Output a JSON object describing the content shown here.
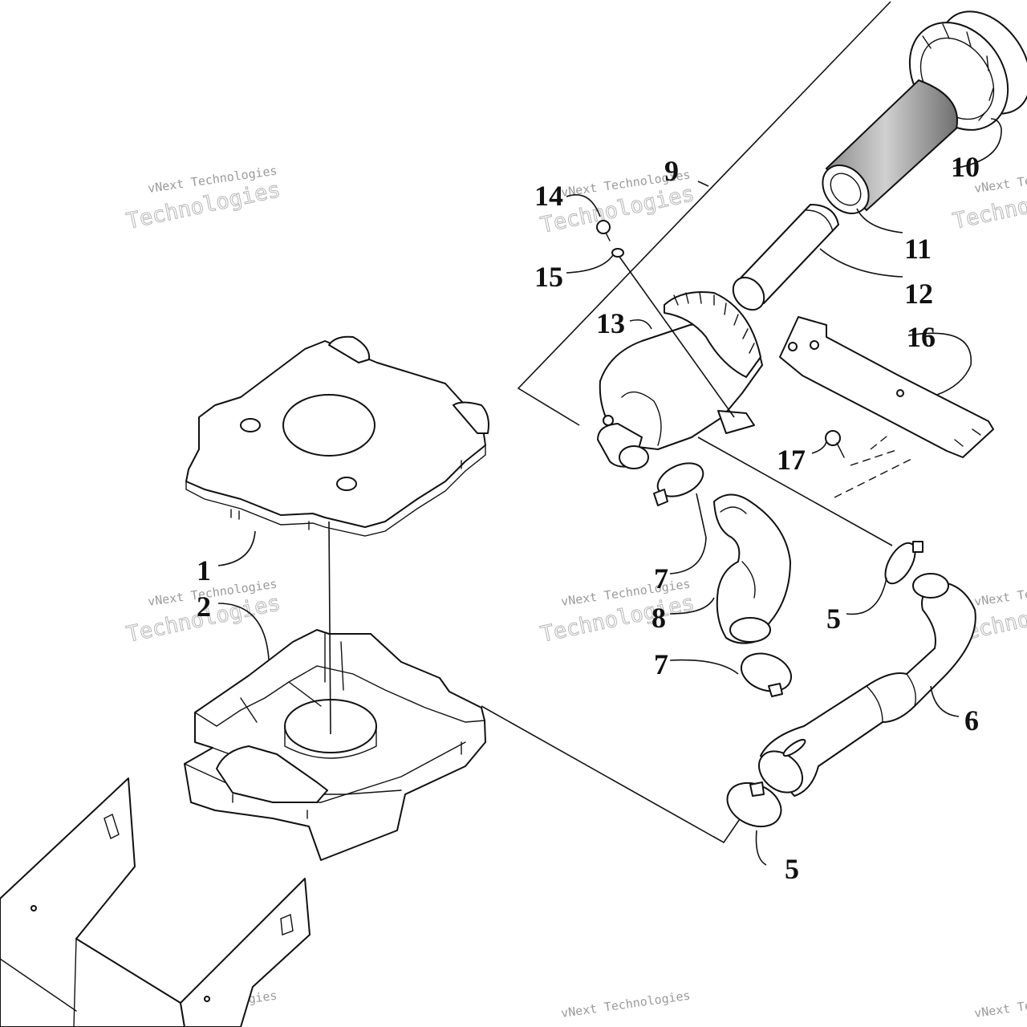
{
  "watermark": {
    "company": "vNext Technologies",
    "word": "Technologies"
  },
  "callouts": {
    "c1": "1",
    "c2": "2",
    "c5": "5",
    "c6": "6",
    "c7": "7",
    "c8": "8",
    "c9": "9",
    "c10": "10",
    "c11": "11",
    "c12": "12",
    "c13": "13",
    "c14": "14",
    "c15": "15",
    "c16": "16",
    "c17": "17"
  },
  "colors": {
    "line": "#111111",
    "background": "#ffffff",
    "filter_shade": "#8a8a8a",
    "watermark": "#9a9a9a"
  }
}
